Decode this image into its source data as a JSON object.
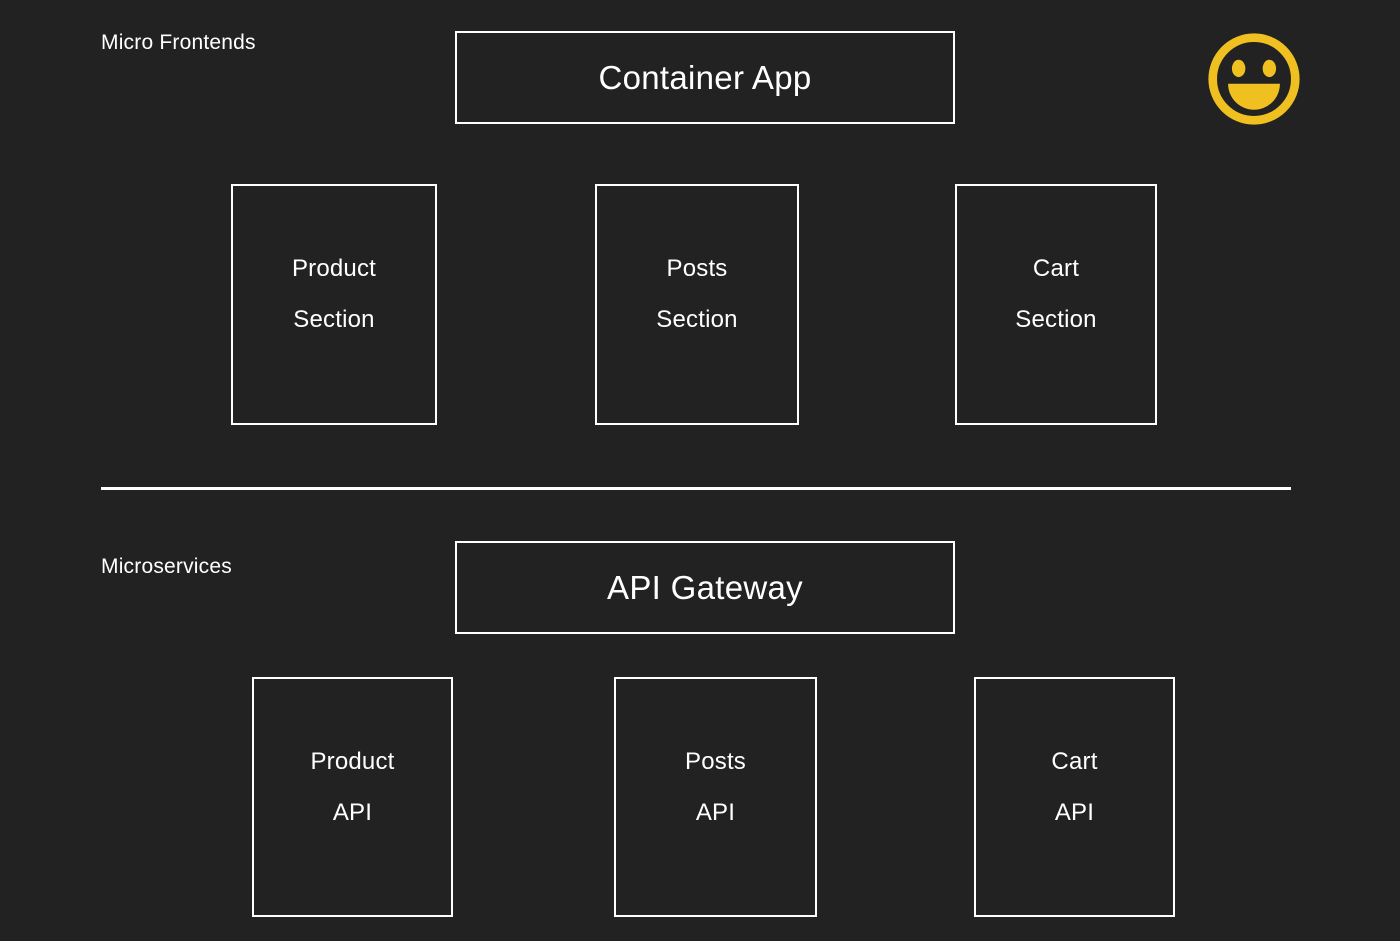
{
  "diagram": {
    "background_color": "#222222",
    "stroke_color": "#ffffff",
    "accent_color": "#f0c020",
    "sections": [
      {
        "id": "micro-frontends",
        "label": "Micro Frontends",
        "header_box": {
          "label": "Container App"
        },
        "cards": [
          {
            "line1": "Product",
            "line2": "Section"
          },
          {
            "line1": "Posts",
            "line2": "Section"
          },
          {
            "line1": "Cart",
            "line2": "Section"
          }
        ]
      },
      {
        "id": "microservices",
        "label": "Microservices",
        "header_box": {
          "label": "API Gateway"
        },
        "cards": [
          {
            "line1": "Product",
            "line2": "API"
          },
          {
            "line1": "Posts",
            "line2": "API"
          },
          {
            "line1": "Cart",
            "line2": "API"
          }
        ]
      }
    ],
    "icons": [
      {
        "name": "smiley-face-icon",
        "color": "#f0c020"
      }
    ]
  }
}
